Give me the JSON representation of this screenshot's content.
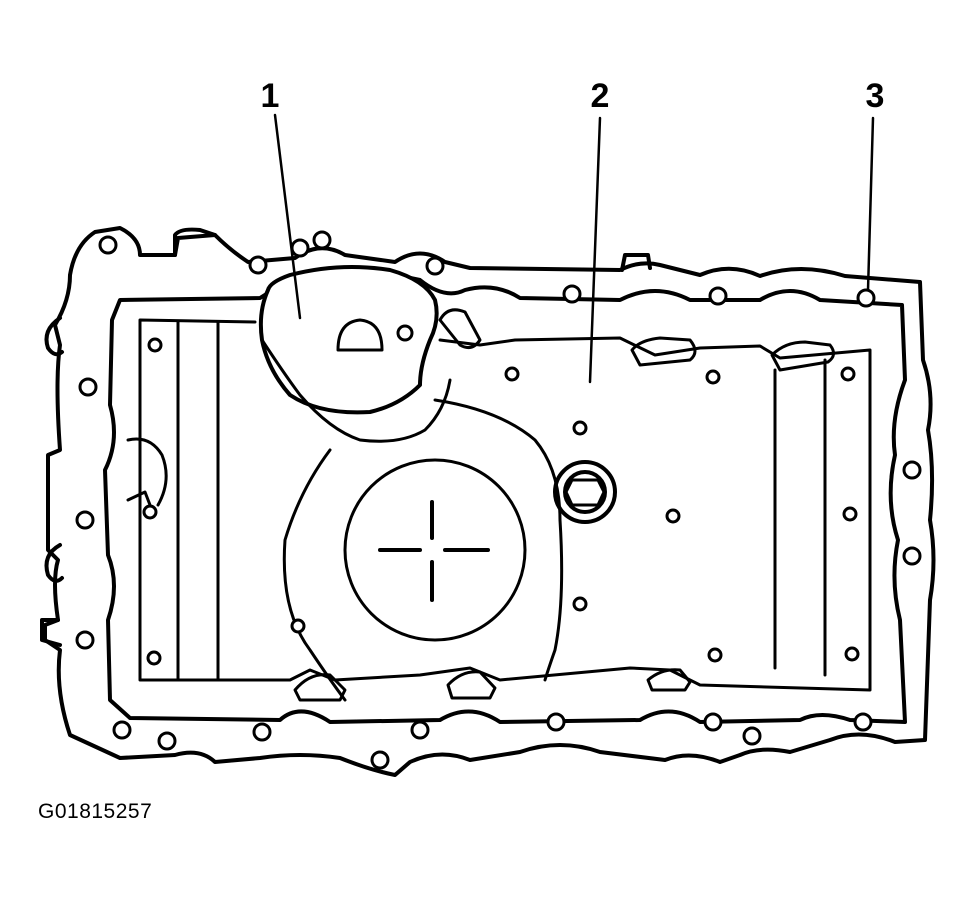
{
  "figure": {
    "code": "G01815257",
    "callouts": [
      {
        "number": "1"
      },
      {
        "number": "2"
      },
      {
        "number": "3"
      }
    ]
  }
}
